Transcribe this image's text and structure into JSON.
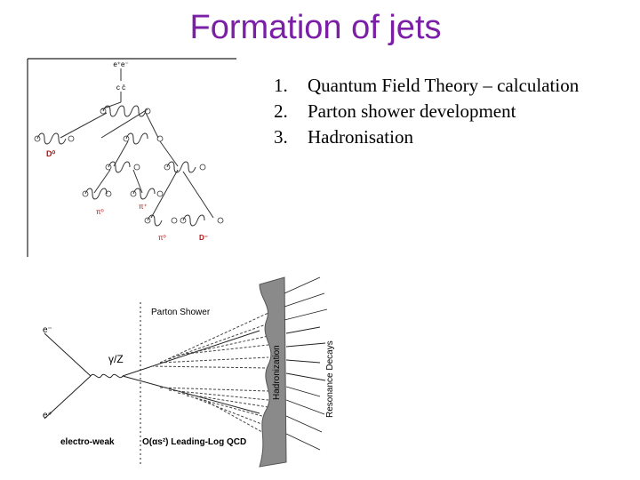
{
  "slide": {
    "title": "Formation of jets",
    "title_color": "#7a1fa6",
    "items": [
      {
        "number": "1.",
        "text": "Quantum Field Theory – calculation"
      },
      {
        "number": "2.",
        "text": "Parton shower development"
      },
      {
        "number": "3.",
        "text": "Hadronisation"
      }
    ]
  },
  "cascade_figure": {
    "top_label": "e⁺e⁻",
    "sub_label": "c c̄",
    "particles": [
      "D⁰",
      "π⁰",
      "π⁺",
      "π⁰",
      "D⁻"
    ]
  },
  "jet_figure": {
    "electron_minus": "e⁻",
    "electron_plus": "e⁺",
    "boson": "γ/Z",
    "parton_shower": "Parton Shower",
    "hadronization": "Hadronization",
    "resonance_decays": "Resonance Decays",
    "electroweak": "electro-weak",
    "leading_log": "O(αs²) Leading-Log QCD"
  }
}
